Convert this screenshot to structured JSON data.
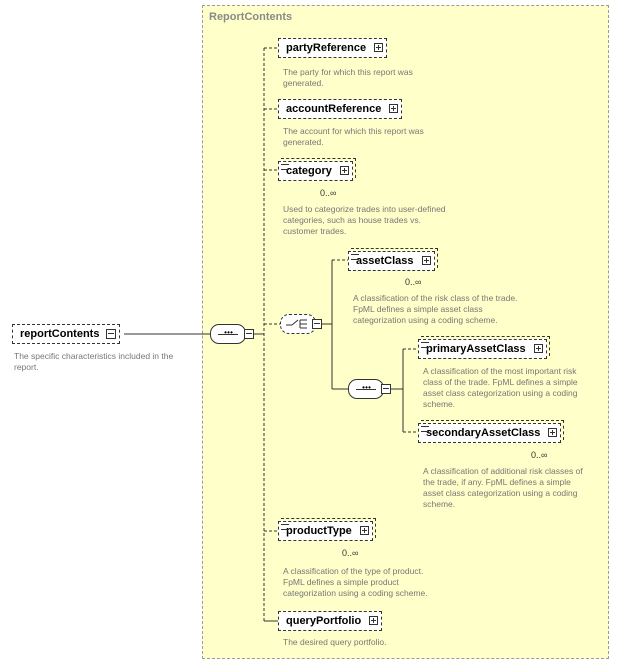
{
  "group": {
    "title": "ReportContents"
  },
  "root": {
    "name": "reportContents",
    "doc": [
      "The specific characteristics included in the",
      "report."
    ]
  },
  "elements": {
    "partyReference": {
      "name": "partyReference",
      "doc": [
        "The party for which this report was",
        "generated."
      ]
    },
    "accountReference": {
      "name": "accountReference",
      "doc": [
        "The account for which this report was",
        "generated."
      ]
    },
    "category": {
      "name": "category",
      "card": "0..∞",
      "doc": [
        "Used to categorize trades into user-defined",
        "categories, such as house trades vs.",
        "customer trades."
      ]
    },
    "assetClass": {
      "name": "assetClass",
      "card": "0..∞",
      "doc": [
        "A classification of the risk class of the trade.",
        "FpML defines a simple asset class",
        "categorization using a coding scheme."
      ]
    },
    "primaryAssetClass": {
      "name": "primaryAssetClass",
      "doc": [
        "A classification of the most important risk",
        "class of the trade. FpML defines a simple",
        "asset class categorization using a coding",
        "scheme."
      ]
    },
    "secondaryAssetClass": {
      "name": "secondaryAssetClass",
      "card": "0..∞",
      "doc": [
        "A classification of additional risk classes of",
        "the trade, if any. FpML defines a simple",
        "asset class categorization using a coding",
        "scheme."
      ]
    },
    "productType": {
      "name": "productType",
      "card": "0..∞",
      "doc": [
        "A classification of the type of product.",
        "FpML defines a simple product",
        "categorization using a coding scheme."
      ]
    },
    "queryPortfolio": {
      "name": "queryPortfolio",
      "doc": [
        "The desired query portfolio."
      ]
    }
  },
  "icons": {
    "expand": "plus-box-icon",
    "collapse": "minus-box-icon",
    "sequence": "sequence-compositor-icon",
    "choice": "choice-compositor-icon"
  }
}
